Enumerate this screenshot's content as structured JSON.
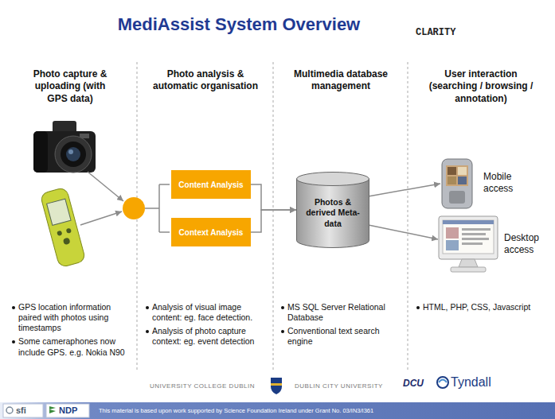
{
  "diagram": {
    "title": "MediAssist System Overview",
    "nodes": [
      {
        "text": [
          "Content Analysis"
        ]
      },
      {
        "text": [
          "Context Analysis"
        ]
      },
      {
        "text": [
          "Photos & derived Meta-data"
        ]
      },
      {
        "text": [
          "Mobile access"
        ]
      },
      {
        "text": [
          "Desktop access"
        ]
      }
    ],
    "edges": [
      {
        "from": 0,
        "to": 2,
        "arrow": "to"
      },
      {
        "from": 1,
        "to": 2,
        "arrow": "to"
      },
      {
        "from": 2,
        "to": 3,
        "arrow": "to"
      },
      {
        "from": 2,
        "to": 4,
        "arrow": "to"
      }
    ],
    "labels": [
      "CLARITY",
      "Photo capture & uploading (with GPS data)",
      "Photo analysis & automatic organisation",
      "Multimedia database management",
      "User interaction (searching / browsing / annotation)",
      "GPS location information paired with photos using timestamps",
      "Some cameraphones now include GPS. e.g. Nokia N90",
      "Analysis of visual image content: eg. face detection.",
      "Analysis of photo capture context: eg. event detection",
      "MS SQL Server Relational Database",
      "Conventional text search engine",
      "HTML, PHP, CSS, Javascript",
      "UNIVERSITY COLLEGE DUBLIN",
      "DUBLIN CITY UNIVERSITY",
      "DCU",
      "Tyndall",
      "sfi",
      "NDP",
      "This material is based upon work supported by Science Foundation Ireland under Grant No. 03/IN3/I361"
    ]
  }
}
